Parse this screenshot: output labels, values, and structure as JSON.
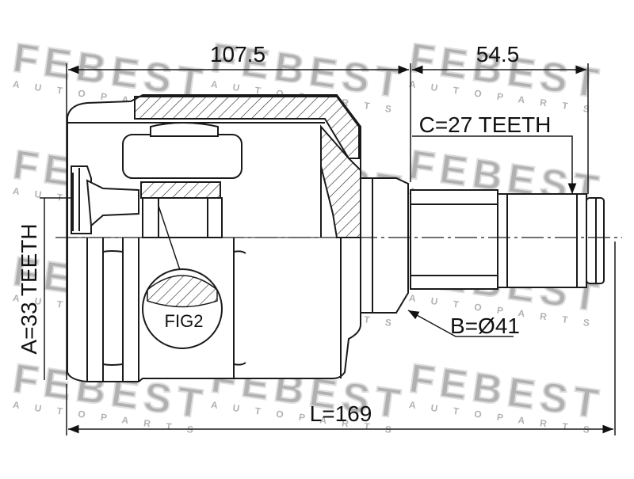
{
  "diagram": {
    "dimensions": {
      "body_length": "107.5",
      "stem_length": "54.5",
      "total_length": "L=169",
      "outer_spline": "A=33 TEETH",
      "stem_spline": "C=27 TEETH",
      "seal_diameter": "B=Ø41"
    },
    "detail_label": "FIG2",
    "watermark": {
      "brand": "FEBEST",
      "tagline": "A U T O   P A R T S",
      "color": "#9a9a9a"
    },
    "colors": {
      "line": "#1a1a1a",
      "background": "#ffffff"
    }
  }
}
